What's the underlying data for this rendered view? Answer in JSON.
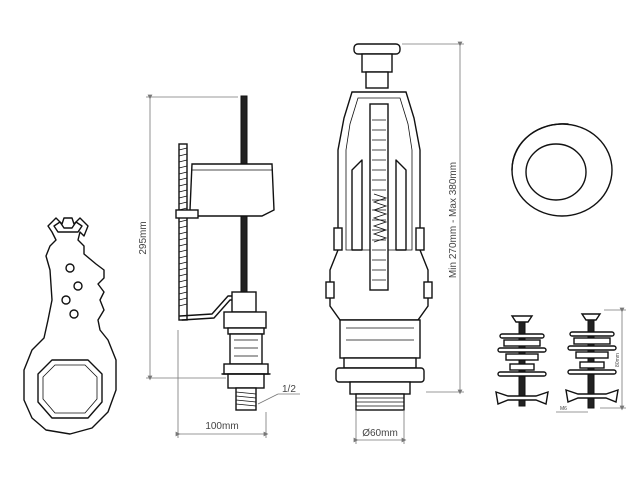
{
  "dimensions": {
    "height_fill_valve": "295mm",
    "width_fill_valve": "100mm",
    "thread_size": "1/2",
    "flush_valve_height": "Min 270mm - Max 380mm",
    "flush_valve_diameter": "Ø60mm",
    "bolt_length": "80mm",
    "bolt_thread": "M6"
  }
}
